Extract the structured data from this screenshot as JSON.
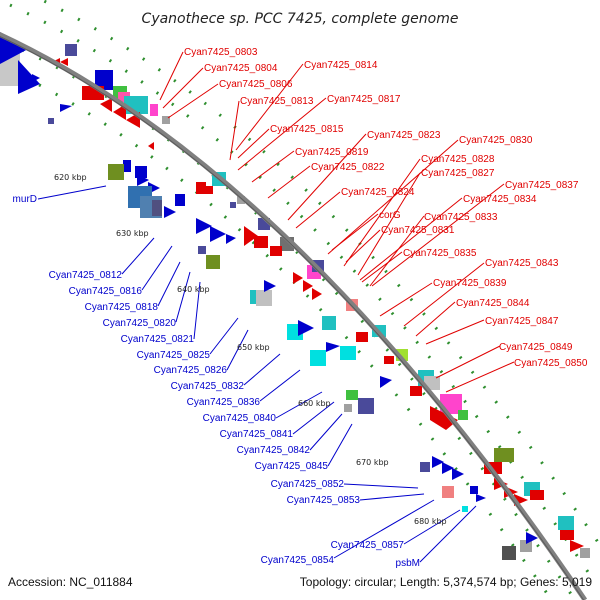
{
  "header": {
    "title": "Cyanothece sp. PCC 7425, complete genome"
  },
  "footer": {
    "accession": "Accession: NC_011884",
    "summary": "Topology: circular; Length: 5,374,574 bp; Genes: 5,019"
  },
  "colors": {
    "forward": "#e00000",
    "reverse": "#0000cc",
    "backbone": "#808080",
    "tick_dot": "#2f8f2f"
  },
  "ticks": [
    "620 kbp",
    "630 kbp",
    "640 kbp",
    "650 kbp",
    "660 kbp",
    "670 kbp",
    "680 kbp"
  ],
  "labels_forward": [
    "Cyan7425_0803",
    "Cyan7425_0804",
    "Cyan7425_0814",
    "Cyan7425_0806",
    "Cyan7425_0813",
    "Cyan7425_0817",
    "Cyan7425_0815",
    "Cyan7425_0823",
    "Cyan7425_0830",
    "Cyan7425_0819",
    "Cyan7425_0828",
    "Cyan7425_0822",
    "Cyan7425_0827",
    "Cyan7425_0837",
    "Cyan7425_0824",
    "Cyan7425_0834",
    "corG",
    "Cyan7425_0833",
    "Cyan7425_0831",
    "Cyan7425_0835",
    "Cyan7425_0843",
    "Cyan7425_0839",
    "Cyan7425_0844",
    "Cyan7425_0847",
    "Cyan7425_0849",
    "Cyan7425_0850"
  ],
  "labels_reverse": [
    "murD",
    "Cyan7425_0812",
    "Cyan7425_0816",
    "Cyan7425_0818",
    "Cyan7425_0820",
    "Cyan7425_0821",
    "Cyan7425_0825",
    "Cyan7425_0826",
    "Cyan7425_0832",
    "Cyan7425_0836",
    "Cyan7425_0840",
    "Cyan7425_0841",
    "Cyan7425_0842",
    "Cyan7425_0845",
    "Cyan7425_0852",
    "Cyan7425_0853",
    "Cyan7425_0857",
    "Cyan7425_0854",
    "psbM"
  ]
}
